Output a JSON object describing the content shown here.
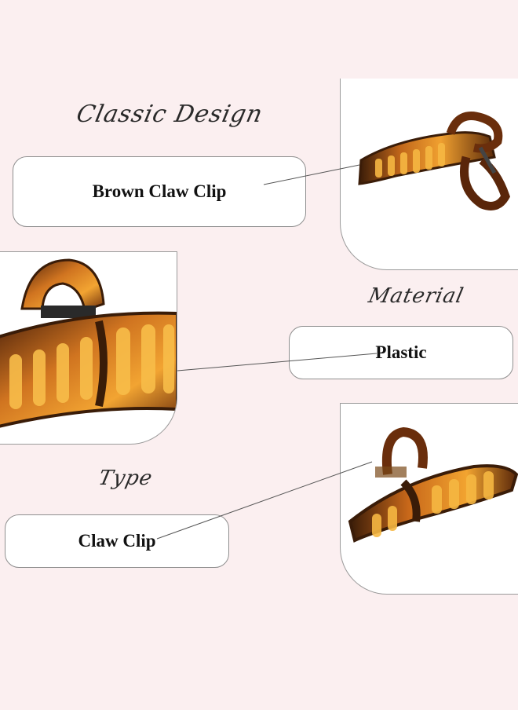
{
  "features": [
    {
      "heading": "Classic Design",
      "label": "Brown Claw Clip"
    },
    {
      "heading": "Material",
      "label": "Plastic"
    },
    {
      "heading": "Type",
      "label": "Claw Clip"
    }
  ],
  "colors": {
    "background": "#fbeff0",
    "tortoise_dark": "#3a1c08",
    "tortoise_mid": "#8a3e0c",
    "tortoise_light": "#e08a1c",
    "tortoise_glow": "#f5b540"
  },
  "images": [
    {
      "icon": "claw-clip-side-view"
    },
    {
      "icon": "claw-clip-closeup"
    },
    {
      "icon": "claw-clip-angled-view"
    }
  ]
}
